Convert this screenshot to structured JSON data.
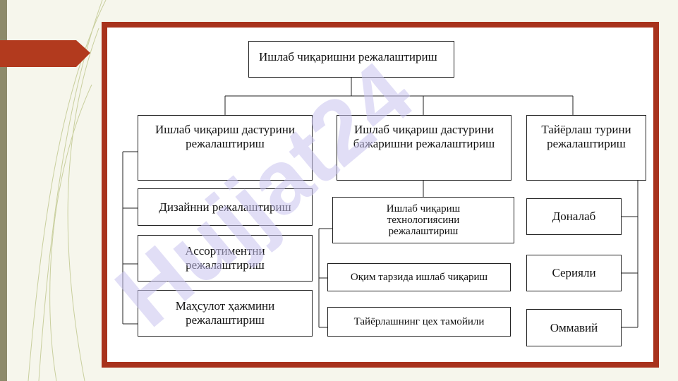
{
  "slide": {
    "accent_color": "#a8321c",
    "background_color": "#f6f6ec"
  },
  "diagram": {
    "root": "Ишлаб чиқаришни режалаштириш",
    "branches": [
      {
        "label": "Ишлаб чиқариш дастурини\nрежалаштириш",
        "children": [
          "Дизайнни режалаштириш",
          "Ассортиментни\nрежалаштириш",
          "Маҳсулот ҳажмини\nрежалаштириш"
        ]
      },
      {
        "label": "Ишлаб чиқариш дастурини\nбажаришни режалаштириш",
        "children": [
          "Ишлаб чиқариш\nтехнологиясини\nрежалаштириш",
          "Оқим   тарзида   ишлаб   чиқариш",
          "Тайёрлашнинг цех тамойили"
        ]
      },
      {
        "label": "Тайёрлаш турини\nрежалаштириш",
        "children": [
          "Доналаб",
          "Серияли",
          "Оммавий"
        ]
      }
    ]
  },
  "watermark": {
    "text": "Hujjat24",
    "color": "#c9c2ee"
  }
}
